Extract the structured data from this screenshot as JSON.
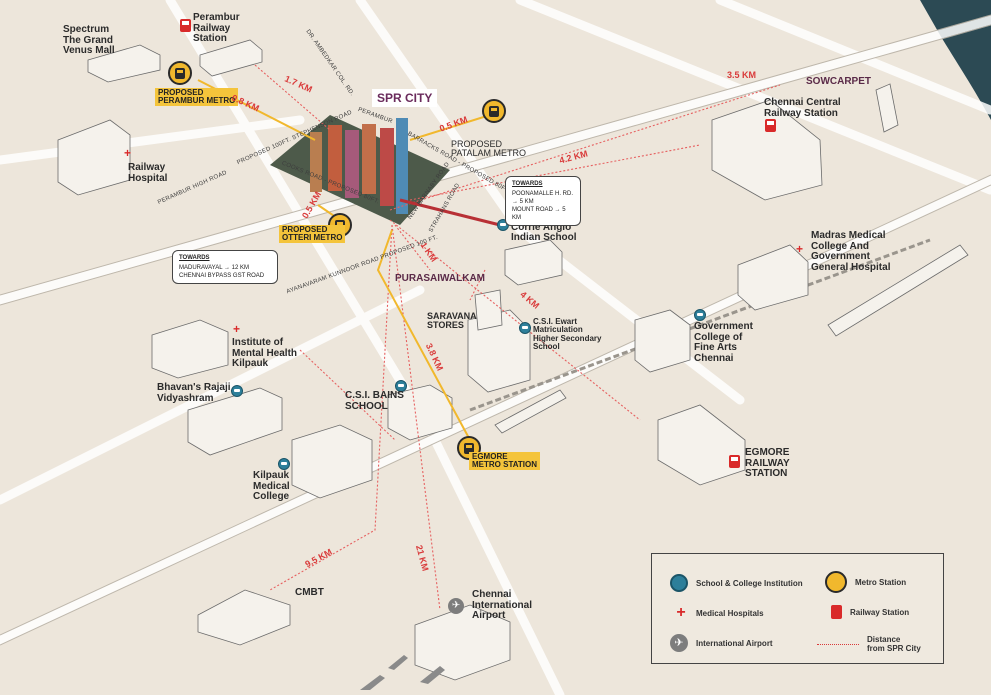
{
  "title": "SPR CITY",
  "places": {
    "spectrum": "Spectrum\nThe Grand\nVenus Mall",
    "perambur_station": "Perambur\nRailway\nStation",
    "railway_hospital": "Railway\nHospital",
    "chennai_central": "Chennai Central\nRailway Station",
    "sowcarpet": "SOWCARPET",
    "madras_medical": "Madras Medical\nCollege And\nGovernment\nGeneral Hospital",
    "doveton": "Doveton\nCorrie Anglo\nIndian School",
    "purasaiwalkam": "PURASAIWALKAM",
    "saravana": "SARAVANA\nSTORES",
    "csi_ewart": "C.S.I. Ewart\nMatriculation\nHigher Secondary\nSchool",
    "govt_fine_arts": "Government\nCollege of\nFine Arts\nChennai",
    "institute_mental": "Institute of\nMental Health\nKilpauk",
    "bhavan": "Bhavan's Rajaji\nVidyashram",
    "csi_bains": "C.S.I. BAINS\nSCHOOL",
    "kilpauk_medical": "Kilpauk\nMedical\nCollege",
    "egmore_railway": "EGMORE\nRAILWAY\nSTATION",
    "cmbt": "CMBT",
    "airport": "Chennai\nInternational\nAirport",
    "proposed_patalam": "PROPOSED\nPATALAM METRO"
  },
  "metro_labels": {
    "perambur": "PROPOSED\nPERAMBUR METRO",
    "otteri": "PROPOSED\nOTTERI METRO",
    "egmore": "EGMORE\nMETRO STATION"
  },
  "distances": {
    "d_1_7": "1.7 KM",
    "d_0_8": "0.8 KM",
    "d_0_5_patalam": "0.5 KM",
    "d_3_5": "3.5 KM",
    "d_4_2": "4.2 KM",
    "d_0_5_otteri": "0.5 KM",
    "d_1": "1 KM",
    "d_4": "4 KM",
    "d_3_8": "3.8 KM",
    "d_9_5": "9.5 KM",
    "d_21": "21 KM"
  },
  "roads": {
    "ambedkar": "DR. AMBEDKAR COL. RD.",
    "perambur_bar": "PERAMBUR",
    "stephenson": "PROPOSED 100FT. STEPHENSON ROAD",
    "barracks": "BARRACKS ROAD - PROPOSED 80FT.",
    "perambur_high": "PERAMBUR HIGH ROAD",
    "cooks": "COOKS ROAD - PROPOSED 80FT.",
    "new_barnaby": "NEW BARNABY ROAD",
    "strahans": "STRAHANS ROAD",
    "ayanavaram": "AYANAVARAM KUNNOOR ROAD PROPOSED 100 FT."
  },
  "callouts": {
    "top_right": {
      "heading": "TOWARDS",
      "lines": [
        "POONAMALLE H. RD. → 5 KM",
        "MOUNT ROAD → 5 KM"
      ]
    },
    "left": {
      "heading": "TOWARDS",
      "lines": [
        "MADURAVAYAL → 12 KM",
        "CHENNAI BYPASS  GST ROAD"
      ]
    }
  },
  "legend": {
    "school": "School & College Institution",
    "metro": "Metro Station",
    "hospital": "Medical Hospitals",
    "railway": "Railway Station",
    "airport": "International Airport",
    "distance": "Distance\nfrom SPR City"
  },
  "colors": {
    "background": "#ede6db",
    "distance_red": "#d93a3a",
    "metro_yellow": "#f1b82d",
    "school_teal": "#2d7f9a",
    "brand_plum": "#6a2b5c"
  }
}
